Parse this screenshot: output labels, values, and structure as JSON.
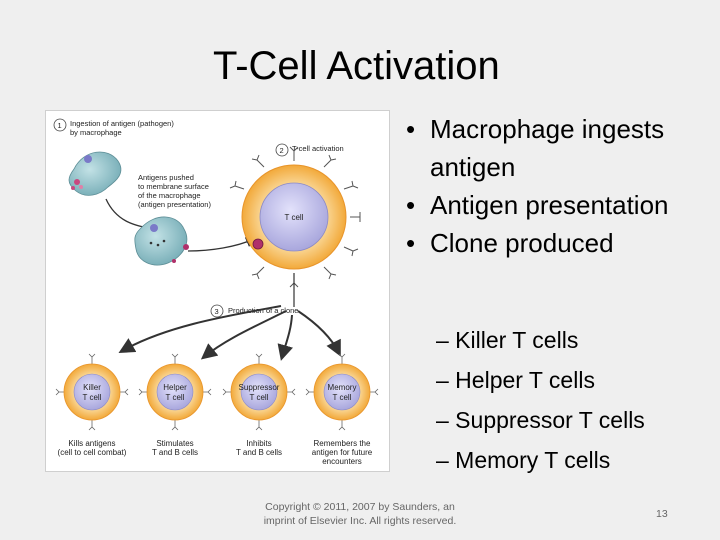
{
  "slide": {
    "title": "T-Cell Activation",
    "bullets": [
      "Macrophage ingests antigen",
      "Antigen presentation",
      "Clone produced"
    ],
    "bullet_glyph": "•",
    "subbullets": [
      "– Killer T cells",
      "– Helper T cells",
      "– Suppressor T cells",
      "– Memory T cells"
    ],
    "copyright": "Copyright © 2011, 2007 by Saunders, an imprint of Elsevier Inc. All rights reserved.",
    "page_number": "13"
  },
  "figure": {
    "step1_num": "1",
    "step1_line1": "Ingestion of antigen (pathogen)",
    "step1_line2": "by macrophage",
    "step2_num": "2",
    "step2_label": "T-cell activation",
    "antigen_line1": "Antigens pushed",
    "antigen_line2": "to membrane surface",
    "antigen_line3": "of the macrophage",
    "antigen_line4": "(antigen presentation)",
    "tcell_label": "T cell",
    "step3_num": "3",
    "step3_label": "Production of a clone",
    "cells": [
      {
        "line1": "Killer",
        "line2": "T cell",
        "desc1": "Kills antigens",
        "desc2": "(cell to cell combat)",
        "desc3": ""
      },
      {
        "line1": "Helper",
        "line2": "T cell",
        "desc1": "Stimulates",
        "desc2": "T and B cells",
        "desc3": ""
      },
      {
        "line1": "Suppressor",
        "line2": "T cell",
        "desc1": "Inhibits",
        "desc2": "T and B cells",
        "desc3": ""
      },
      {
        "line1": "Memory",
        "line2": "T cell",
        "desc1": "Remembers the",
        "desc2": "antigen for future",
        "desc3": "encounters"
      }
    ],
    "colors": {
      "cell_outer": "#f7c77a",
      "cell_ring": "#f0a030",
      "cell_core": "#c9c8ee",
      "macrophage": "#8fc1c9",
      "antigen": "#b0306a"
    }
  }
}
